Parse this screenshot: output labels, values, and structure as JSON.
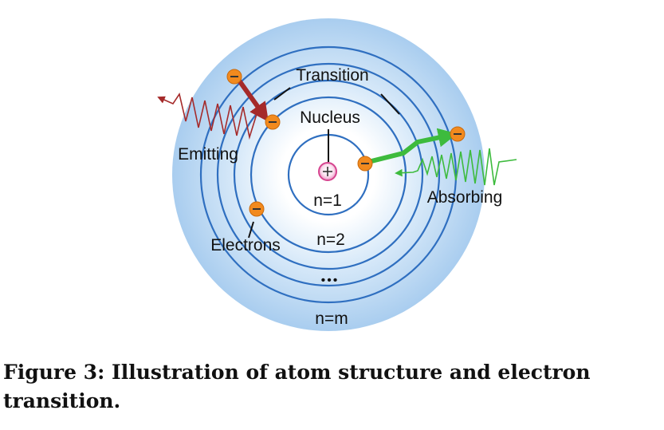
{
  "diagram": {
    "labels": {
      "transition": "Transition",
      "nucleus": "Nucleus",
      "emitting": "Emitting",
      "absorbing": "Absorbing",
      "electrons": "Electrons",
      "n1": "n=1",
      "n2": "n=2",
      "ellipsis": "•••",
      "nm": "n=m",
      "nucleus_symbol": "+",
      "electron_symbol": "−"
    },
    "colors": {
      "orbit": "#2f6fc0",
      "halo_outer": "#a9cdef",
      "electron": "#f28a1e",
      "emit_arrow": "#a52a2a",
      "absorb_arrow": "#3dbb3d",
      "nucleus": "#d6448f"
    }
  },
  "caption": {
    "text": "Figure 3: Illustration of atom structure and electron transition."
  }
}
